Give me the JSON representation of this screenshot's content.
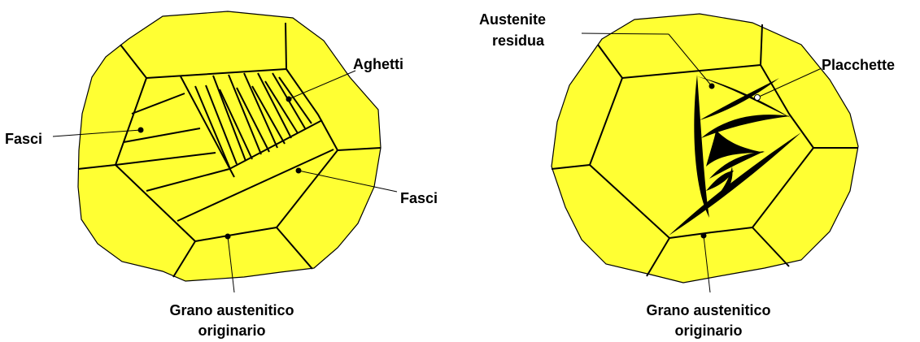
{
  "colors": {
    "grain_fill": "#FFFF33",
    "outline": "#000000",
    "background": "#ffffff"
  },
  "left": {
    "labels": {
      "aghetti": "Aghetti",
      "fasci_left": "Fasci",
      "fasci_right": "Fasci",
      "grano_line1": "Grano austenitico",
      "grano_line2": "originario"
    }
  },
  "right": {
    "labels": {
      "austenite_line1": "Austenite",
      "austenite_line2": "residua",
      "placchette": "Placchette",
      "grano_line1": "Grano austenitico",
      "grano_line2": "originario"
    }
  }
}
